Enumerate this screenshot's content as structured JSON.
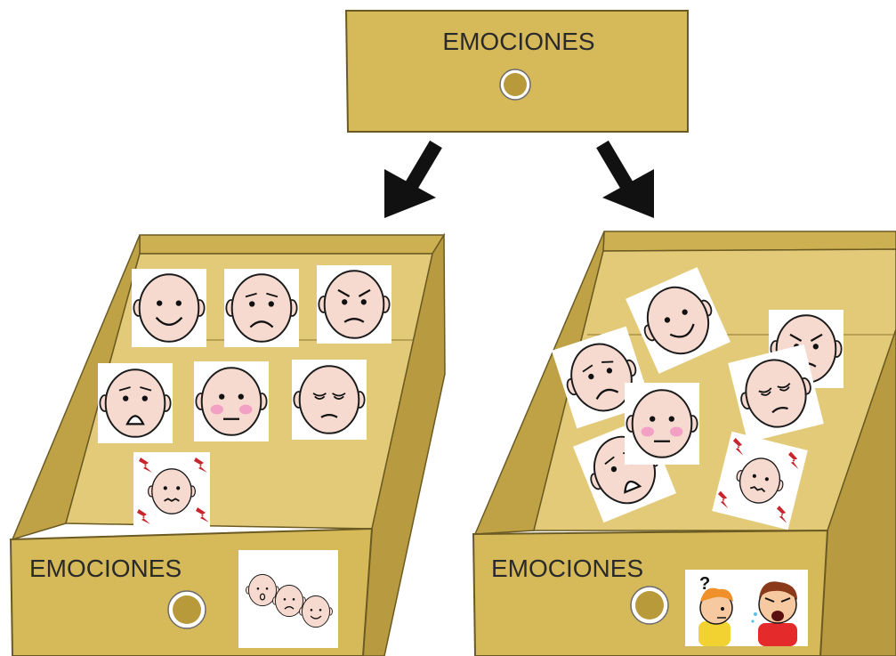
{
  "drawer": {
    "label": "EMOCIONES",
    "box_color": "#d6ba5a",
    "knob_color": "#b89a3a"
  },
  "arrows": [
    "arrow-down-left-icon",
    "arrow-down-right-icon"
  ],
  "left_box": {
    "label": "EMOCIONES",
    "box_color": "#d6ba5a",
    "arrangement": "ordered",
    "faces": [
      "happy",
      "sad",
      "angry",
      "scared",
      "embarrassed",
      "tired",
      "nervous"
    ],
    "front_card": "three-faces-icon"
  },
  "right_box": {
    "label": "EMOCIONES",
    "box_color": "#d6ba5a",
    "arrangement": "scattered",
    "faces": [
      "happy",
      "sad",
      "angry",
      "tired",
      "embarrassed",
      "scared",
      "nervous"
    ],
    "front_card": "confused-and-angry-people-icon"
  },
  "colors": {
    "skin": "#f6d9cf",
    "blush": "#f2a0c4",
    "lightning": "#c8262c",
    "arrow": "#111111"
  }
}
